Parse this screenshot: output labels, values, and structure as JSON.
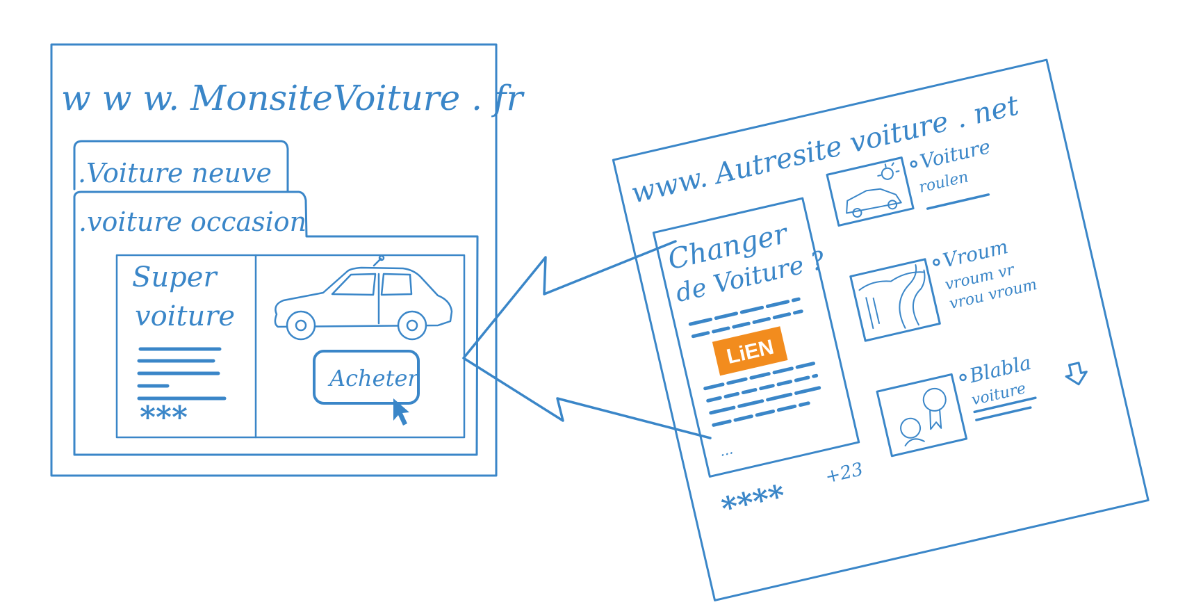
{
  "left_site": {
    "url": "w w w. MonsiteVoiture . fr",
    "tab_new": ".Voiture neuve",
    "tab_used": ".voiture occasion",
    "card_title_line1": "Super",
    "card_title_line2": "voiture",
    "card_stars": "***",
    "buy_button": "Acheter"
  },
  "right_site": {
    "url": "www. Autresite voiture . net",
    "article_title_line1": "Changer",
    "article_title_line2": "de Voiture ?",
    "link_badge": "LiEN",
    "article_footer": "...",
    "rating_stars": "****",
    "rating_count": "+23",
    "items": [
      {
        "line1": "Voiture",
        "line2": "roulen"
      },
      {
        "line1": "Vroum",
        "line2": "vroum vr",
        "line3": "vrou vroum"
      },
      {
        "line1": "Blabla",
        "line2": "voiture"
      }
    ]
  },
  "colors": {
    "ink": "#3a86c8",
    "link_badge": "#f28c1e",
    "link_text": "#ffffff"
  },
  "icons": [
    "car-icon",
    "cursor-icon",
    "sun-icon",
    "road-icon",
    "medal-icon",
    "scroll-down-arrow-icon"
  ]
}
